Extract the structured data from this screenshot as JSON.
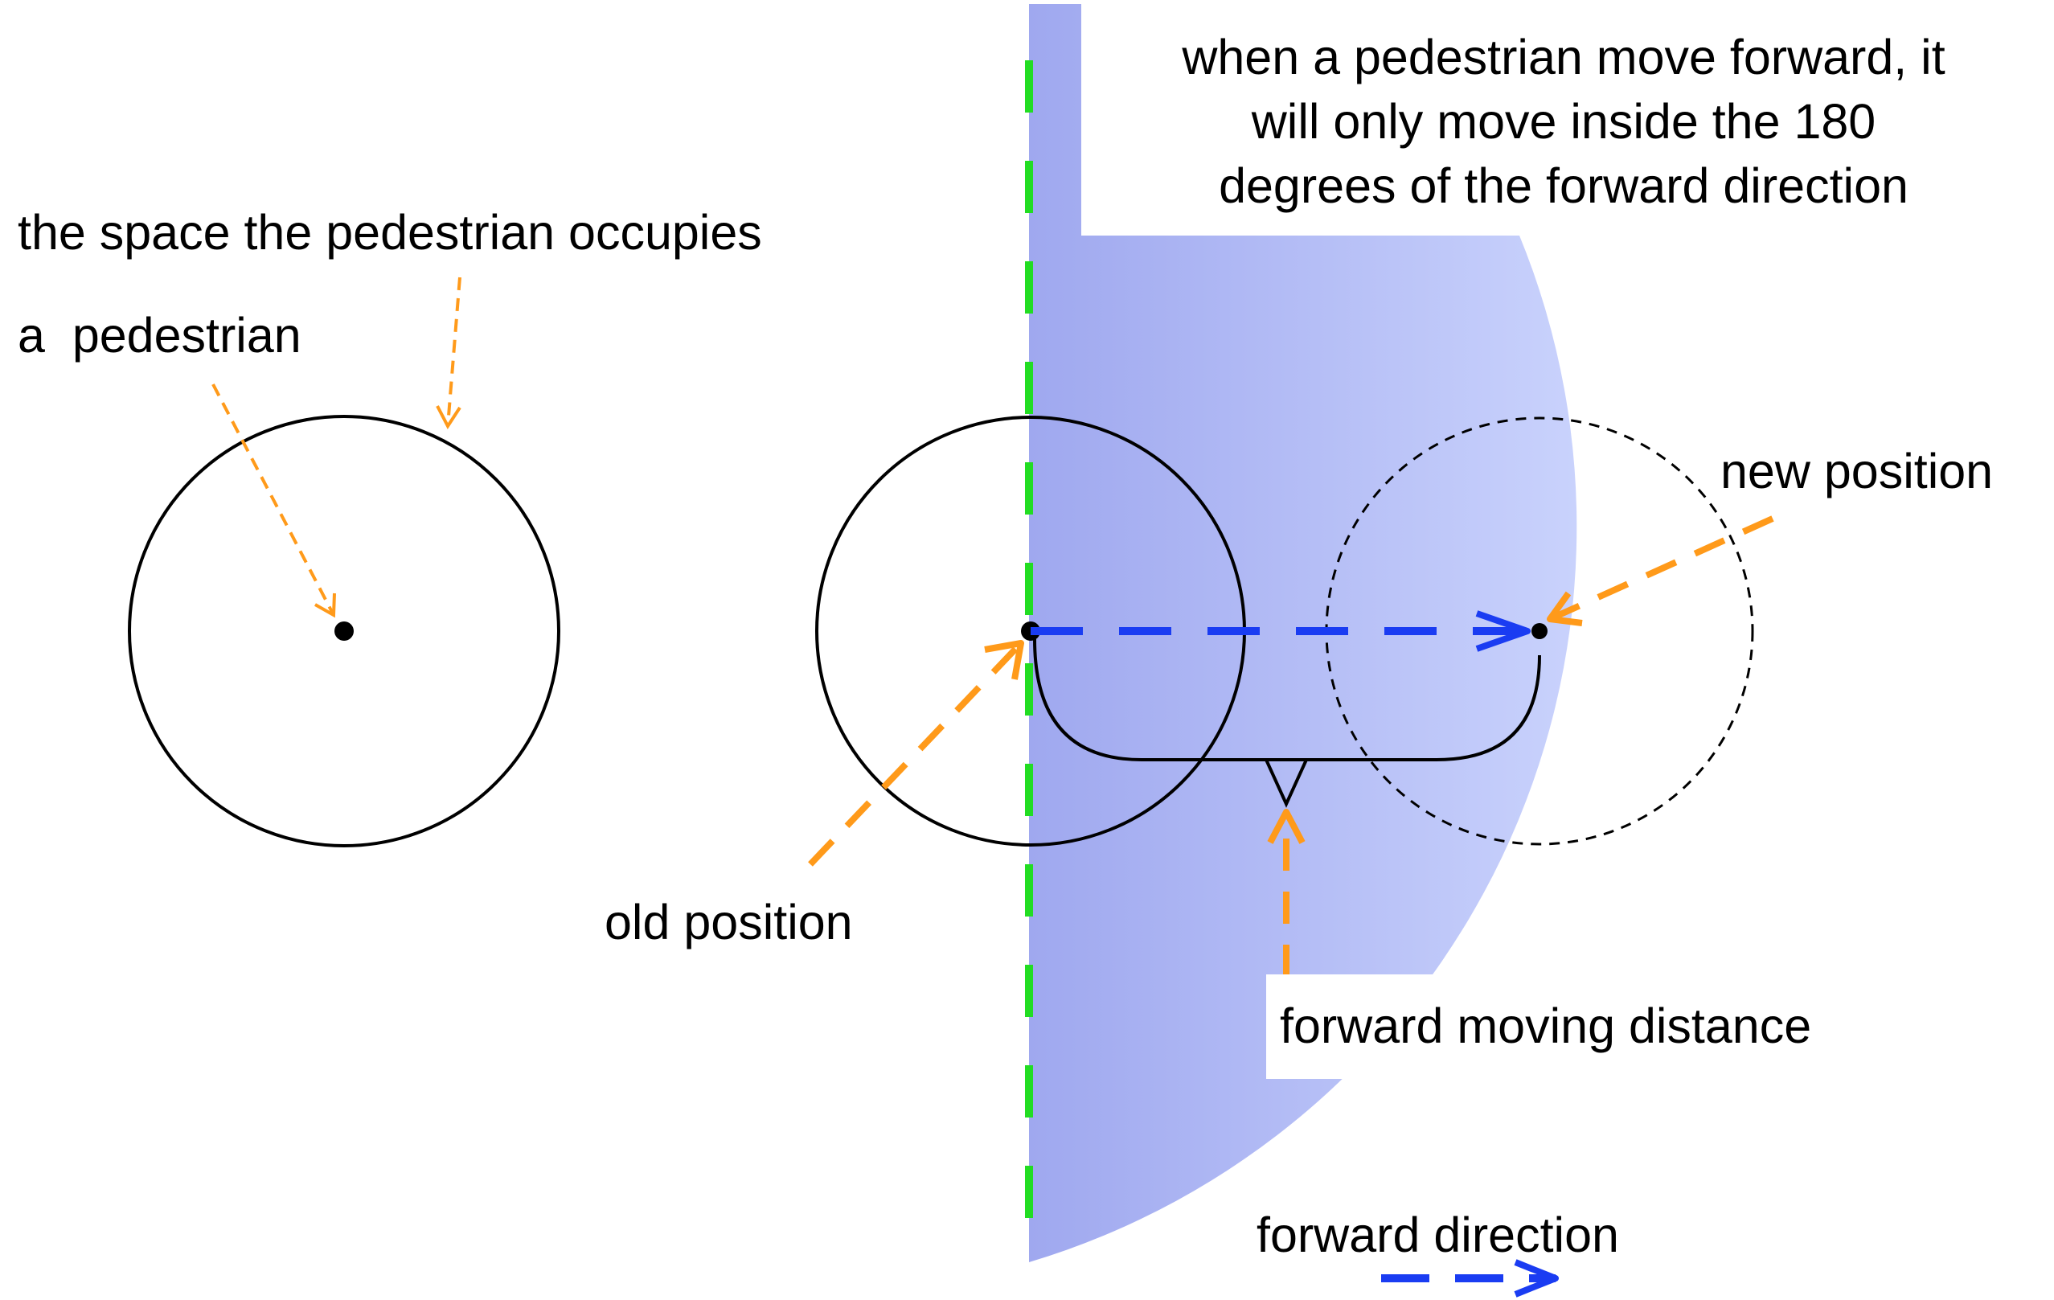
{
  "labels": {
    "space_occupied": "the space the pedestrian occupies",
    "pedestrian": "a  pedestrian",
    "description_line1": "when a pedestrian move forward, it",
    "description_line2": "will only move inside the 180",
    "description_line3": "degrees of the forward direction",
    "new_position": "new position",
    "old_position": "old position",
    "forward_moving_distance": "forward moving distance",
    "forward_direction": "forward direction"
  },
  "colors": {
    "half_disc_gradient_start": "#9fa8ef",
    "half_disc_gradient_end": "#c9d2fc",
    "green_boundary": "#22dd22",
    "blue_arrow": "#1a3cf2",
    "orange_arrow": "#ff9a1a",
    "outline": "#000000"
  }
}
